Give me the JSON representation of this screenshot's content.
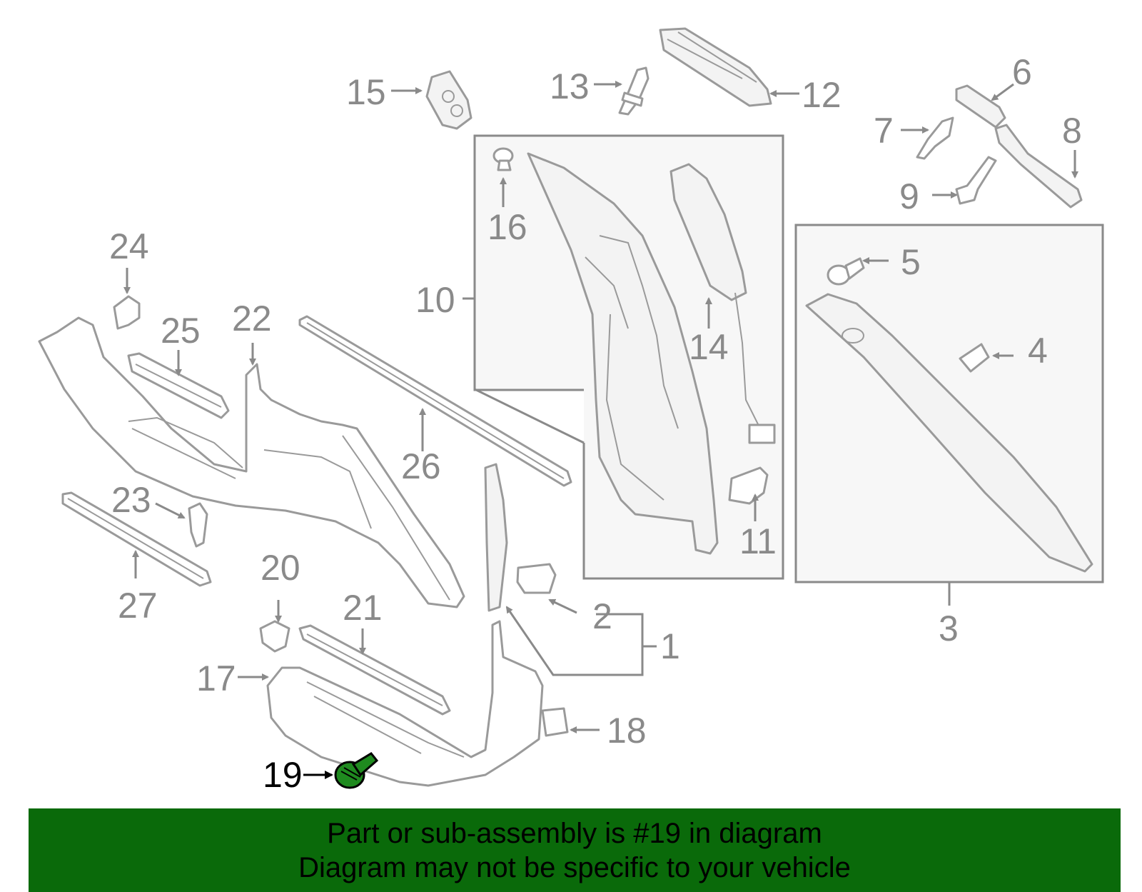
{
  "highlight_color": "#0a6a0a",
  "highlighted_part": "19",
  "callouts": {
    "c1": "1",
    "c2": "2",
    "c3": "3",
    "c4": "4",
    "c5": "5",
    "c6": "6",
    "c7": "7",
    "c8": "8",
    "c9": "9",
    "c10": "10",
    "c11": "11",
    "c12": "12",
    "c13": "13",
    "c14": "14",
    "c15": "15",
    "c16": "16",
    "c17": "17",
    "c18": "18",
    "c19": "19",
    "c20": "20",
    "c21": "21",
    "c22": "22",
    "c23": "23",
    "c24": "24",
    "c25": "25",
    "c26": "26",
    "c27": "27"
  },
  "banner": {
    "line1": "Part or sub-assembly is #19 in diagram",
    "line2": "Diagram may not be specific to your vehicle"
  }
}
